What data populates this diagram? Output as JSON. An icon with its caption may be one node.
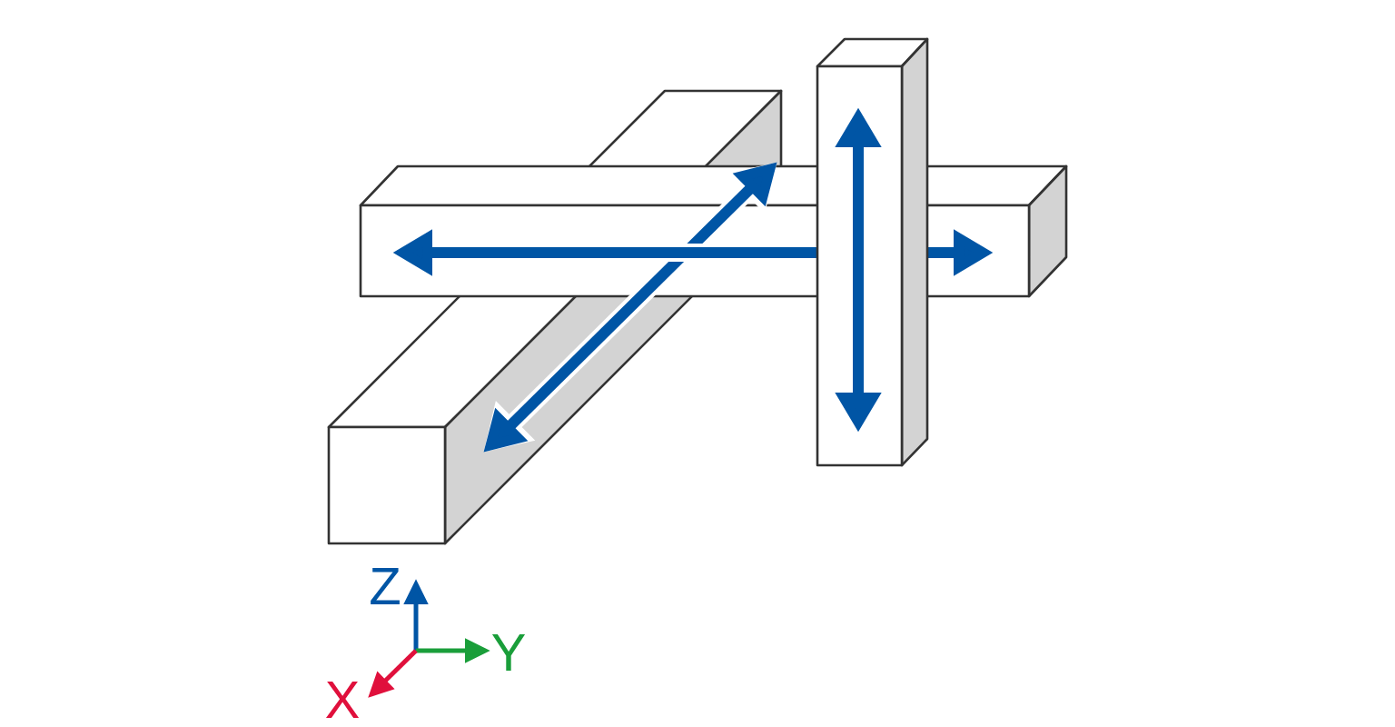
{
  "diagram": {
    "labels": [
      "Z",
      "Y",
      "X"
    ]
  }
}
